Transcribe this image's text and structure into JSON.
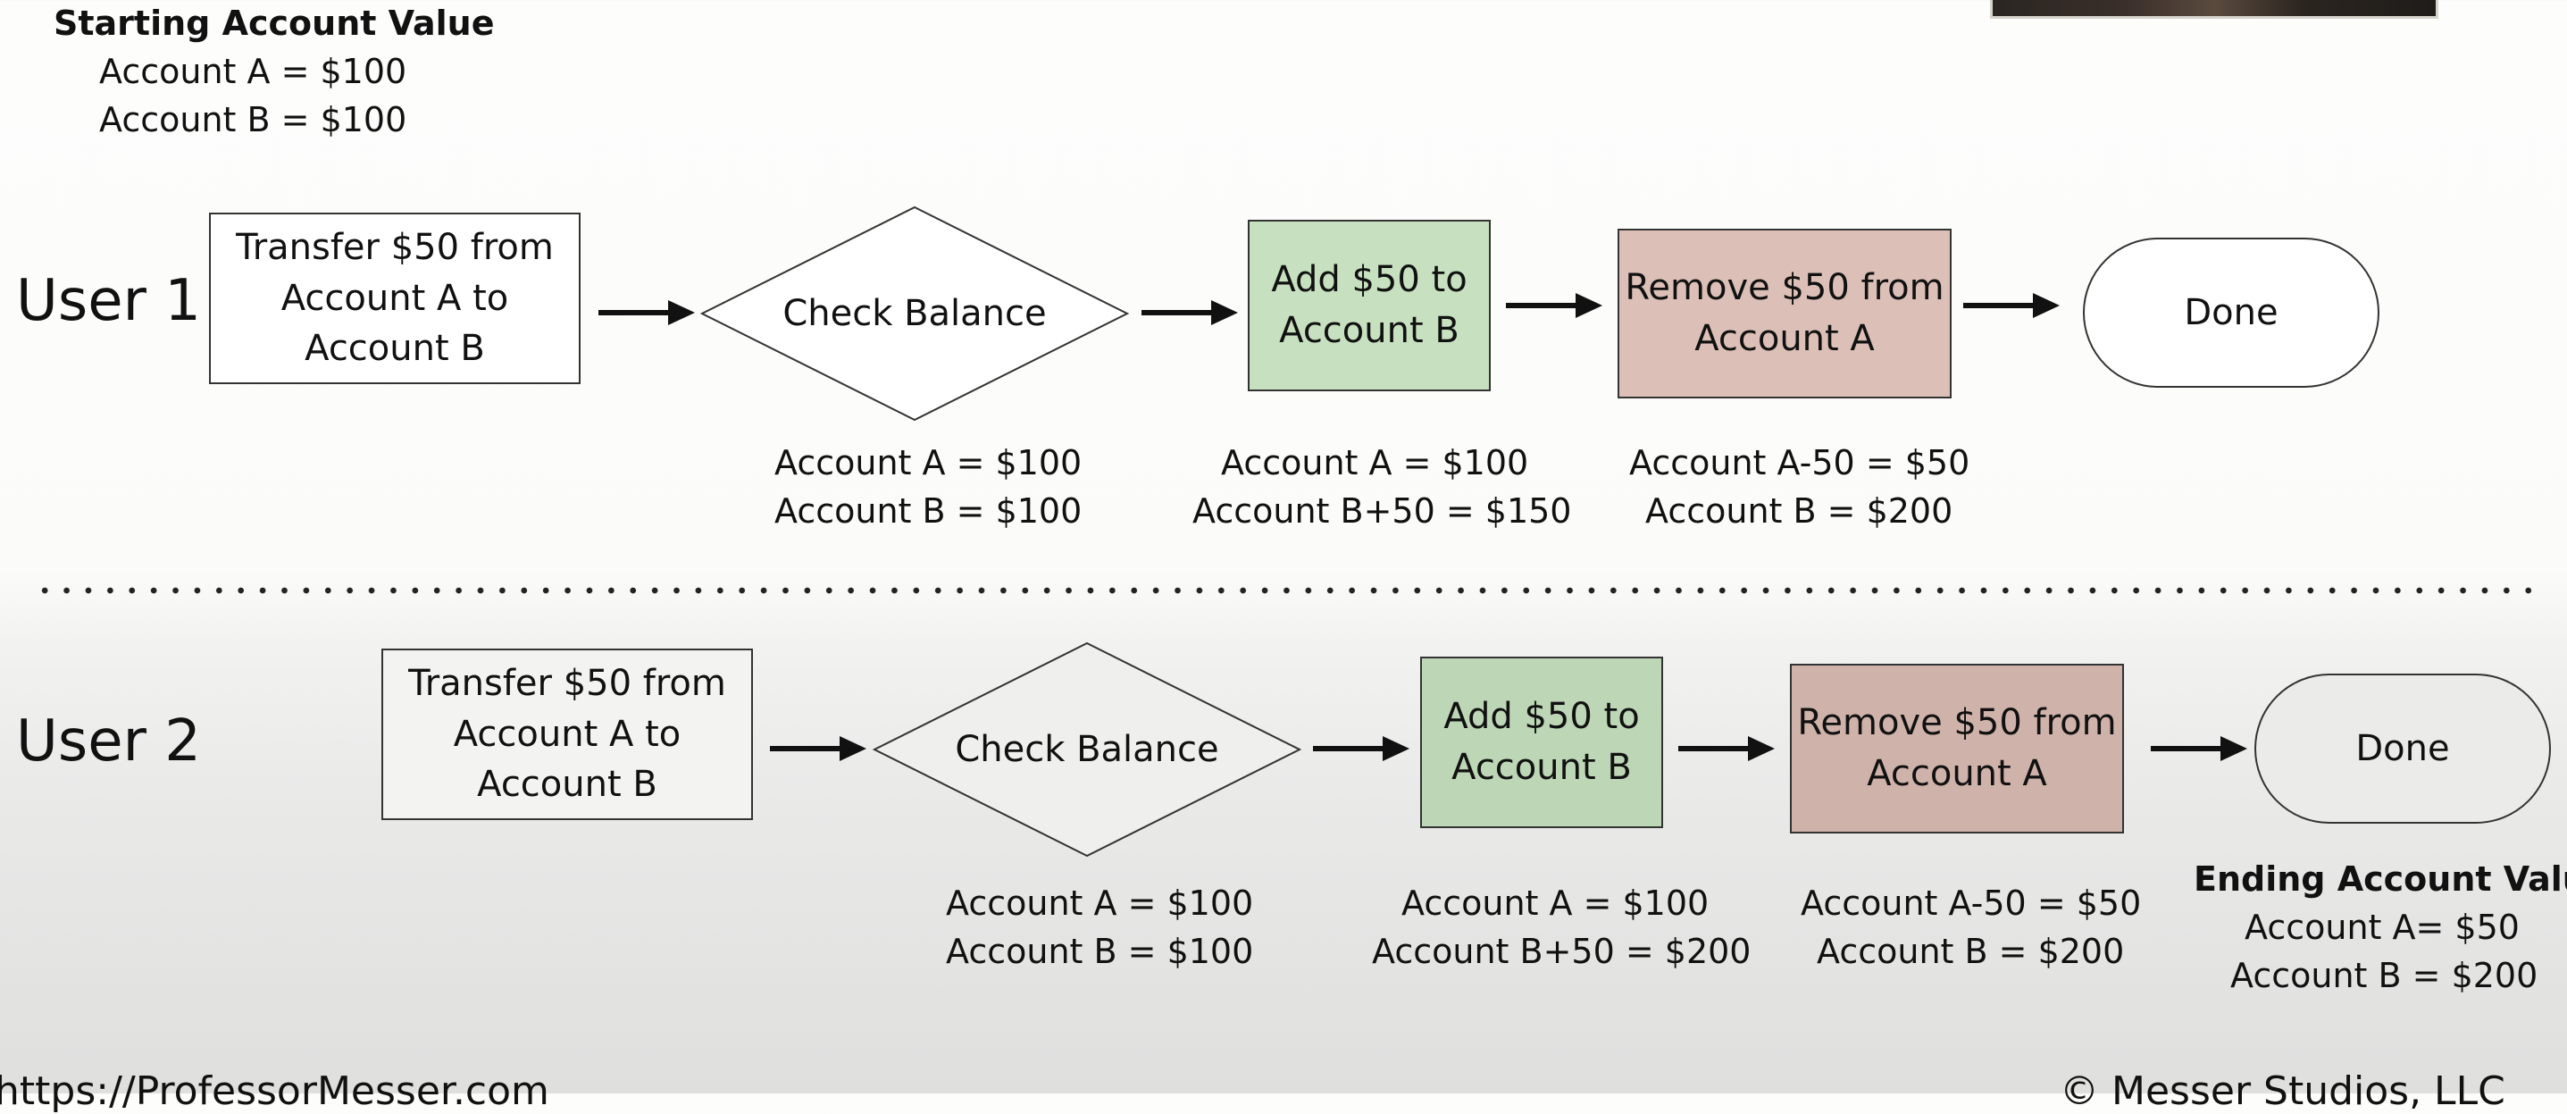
{
  "starting": {
    "header": "Starting Account Value",
    "line1": "Account A = $100",
    "line2": "Account B = $100"
  },
  "user1": {
    "label": "User 1",
    "transfer": [
      "Transfer $50 from",
      "Account A to",
      "Account B"
    ],
    "check": "Check Balance",
    "add": [
      "Add $50 to",
      "Account B"
    ],
    "remove": [
      "Remove $50 from",
      "Account A"
    ],
    "done": "Done",
    "check_vals": [
      "Account A = $100",
      "Account B = $100"
    ],
    "add_vals": [
      "Account A = $100",
      "Account B+50 = $150"
    ],
    "remove_vals": [
      "Account A-50 = $50",
      "Account B = $200"
    ]
  },
  "user2": {
    "label": "User 2",
    "transfer": [
      "Transfer $50 from",
      "Account A to",
      "Account B"
    ],
    "check": "Check Balance",
    "add": [
      "Add $50 to",
      "Account B"
    ],
    "remove": [
      "Remove $50 from",
      "Account A"
    ],
    "done": "Done",
    "check_vals": [
      "Account A = $100",
      "Account B = $100"
    ],
    "add_vals": [
      "Account A = $100",
      "Account B+50 = $200"
    ],
    "remove_vals": [
      "Account A-50 = $50",
      "Account B = $200"
    ]
  },
  "ending": {
    "header": "Ending Account Value",
    "line1": "Account A= $50",
    "line2": "Account B = $200"
  },
  "footer": {
    "left": "https://ProfessorMesser.com",
    "right": "© Messer Studios, LLC"
  },
  "colors": {
    "add_fill": "#c7e0c0",
    "remove_fill": "#dcc0b7",
    "add_fill_2": "#bdd6b6",
    "remove_fill_2": "#cfb2aa",
    "border": "#333333"
  }
}
